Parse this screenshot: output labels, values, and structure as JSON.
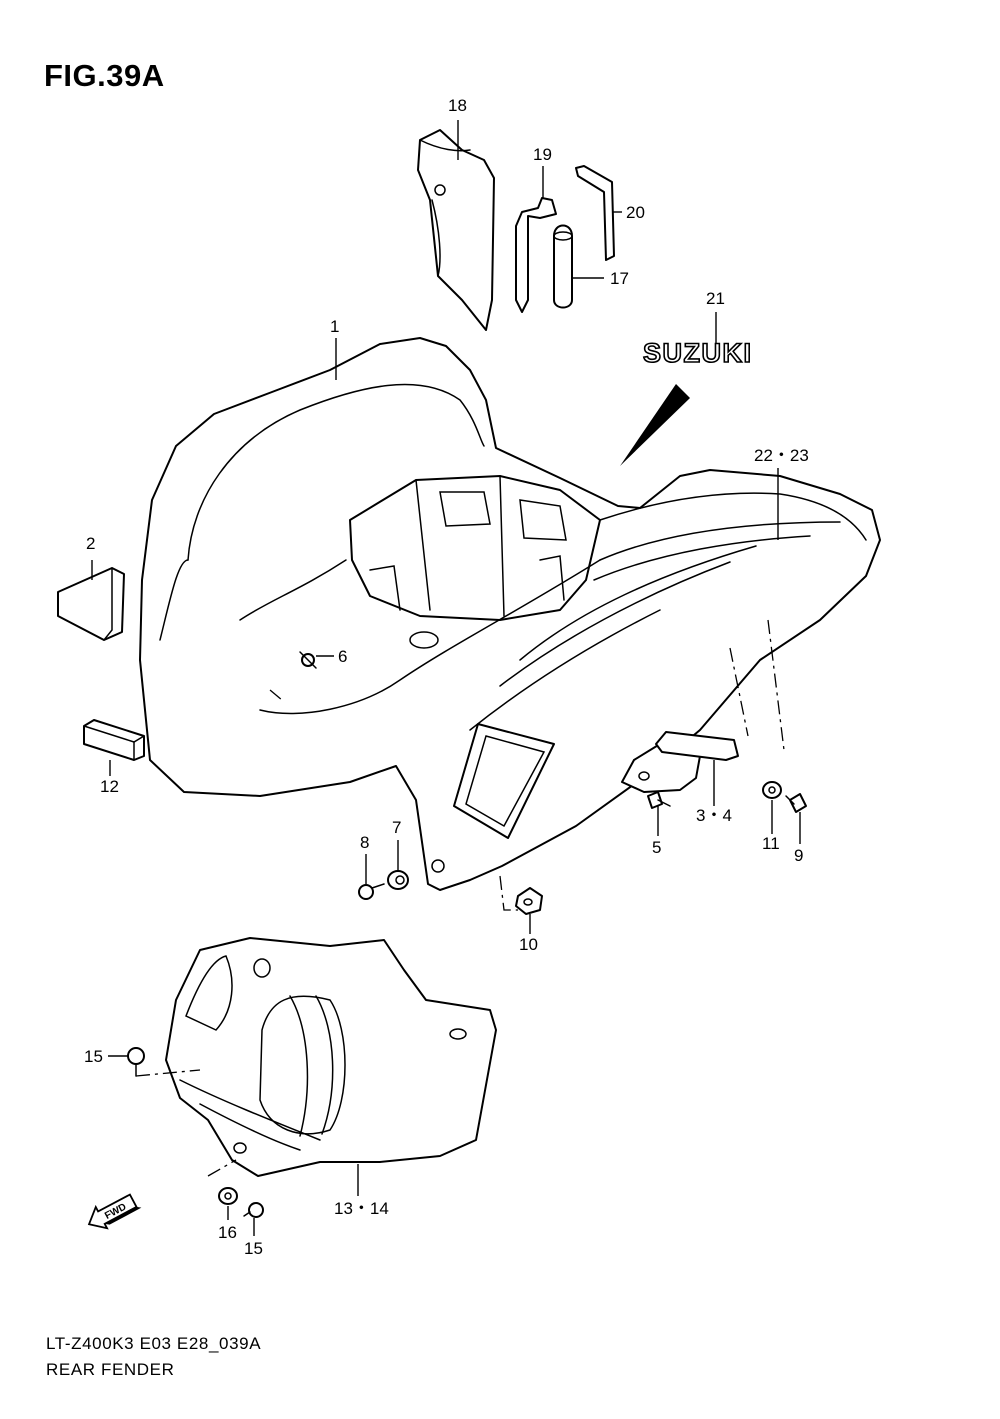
{
  "figure": {
    "title": "FIG.39A",
    "model_code": "LT-Z400K3 E03 E28_039A",
    "name": "REAR FENDER"
  },
  "brand_decal": "SUZUKI",
  "direction_marker": "FWD",
  "callouts": {
    "c1": "1",
    "c2": "2",
    "c3_4": "3・4",
    "c5": "5",
    "c6": "6",
    "c7": "7",
    "c8": "8",
    "c9": "9",
    "c10": "10",
    "c11": "11",
    "c12": "12",
    "c13_14": "13・14",
    "c15a": "15",
    "c15b": "15",
    "c16": "16",
    "c17": "17",
    "c18": "18",
    "c19": "19",
    "c20": "20",
    "c21": "21",
    "c22_23": "22・23"
  }
}
